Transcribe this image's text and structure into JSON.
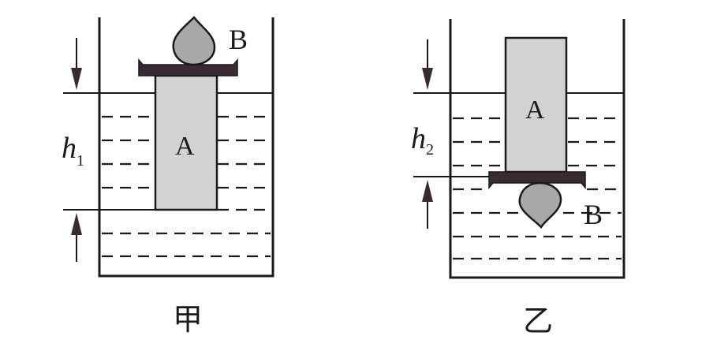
{
  "diagram": {
    "left": {
      "caption": "甲",
      "block_label": "A",
      "object_label": "B",
      "depth_label": "h",
      "depth_subscript": "1"
    },
    "right": {
      "caption": "乙",
      "block_label": "A",
      "object_label": "B",
      "depth_label": "h",
      "depth_subscript": "2"
    },
    "colors": {
      "line": "#1a1a1a",
      "block_fill": "#d2d2d2",
      "plate_fill": "#3a2a34",
      "object_fill": "#a8a8a8"
    }
  }
}
